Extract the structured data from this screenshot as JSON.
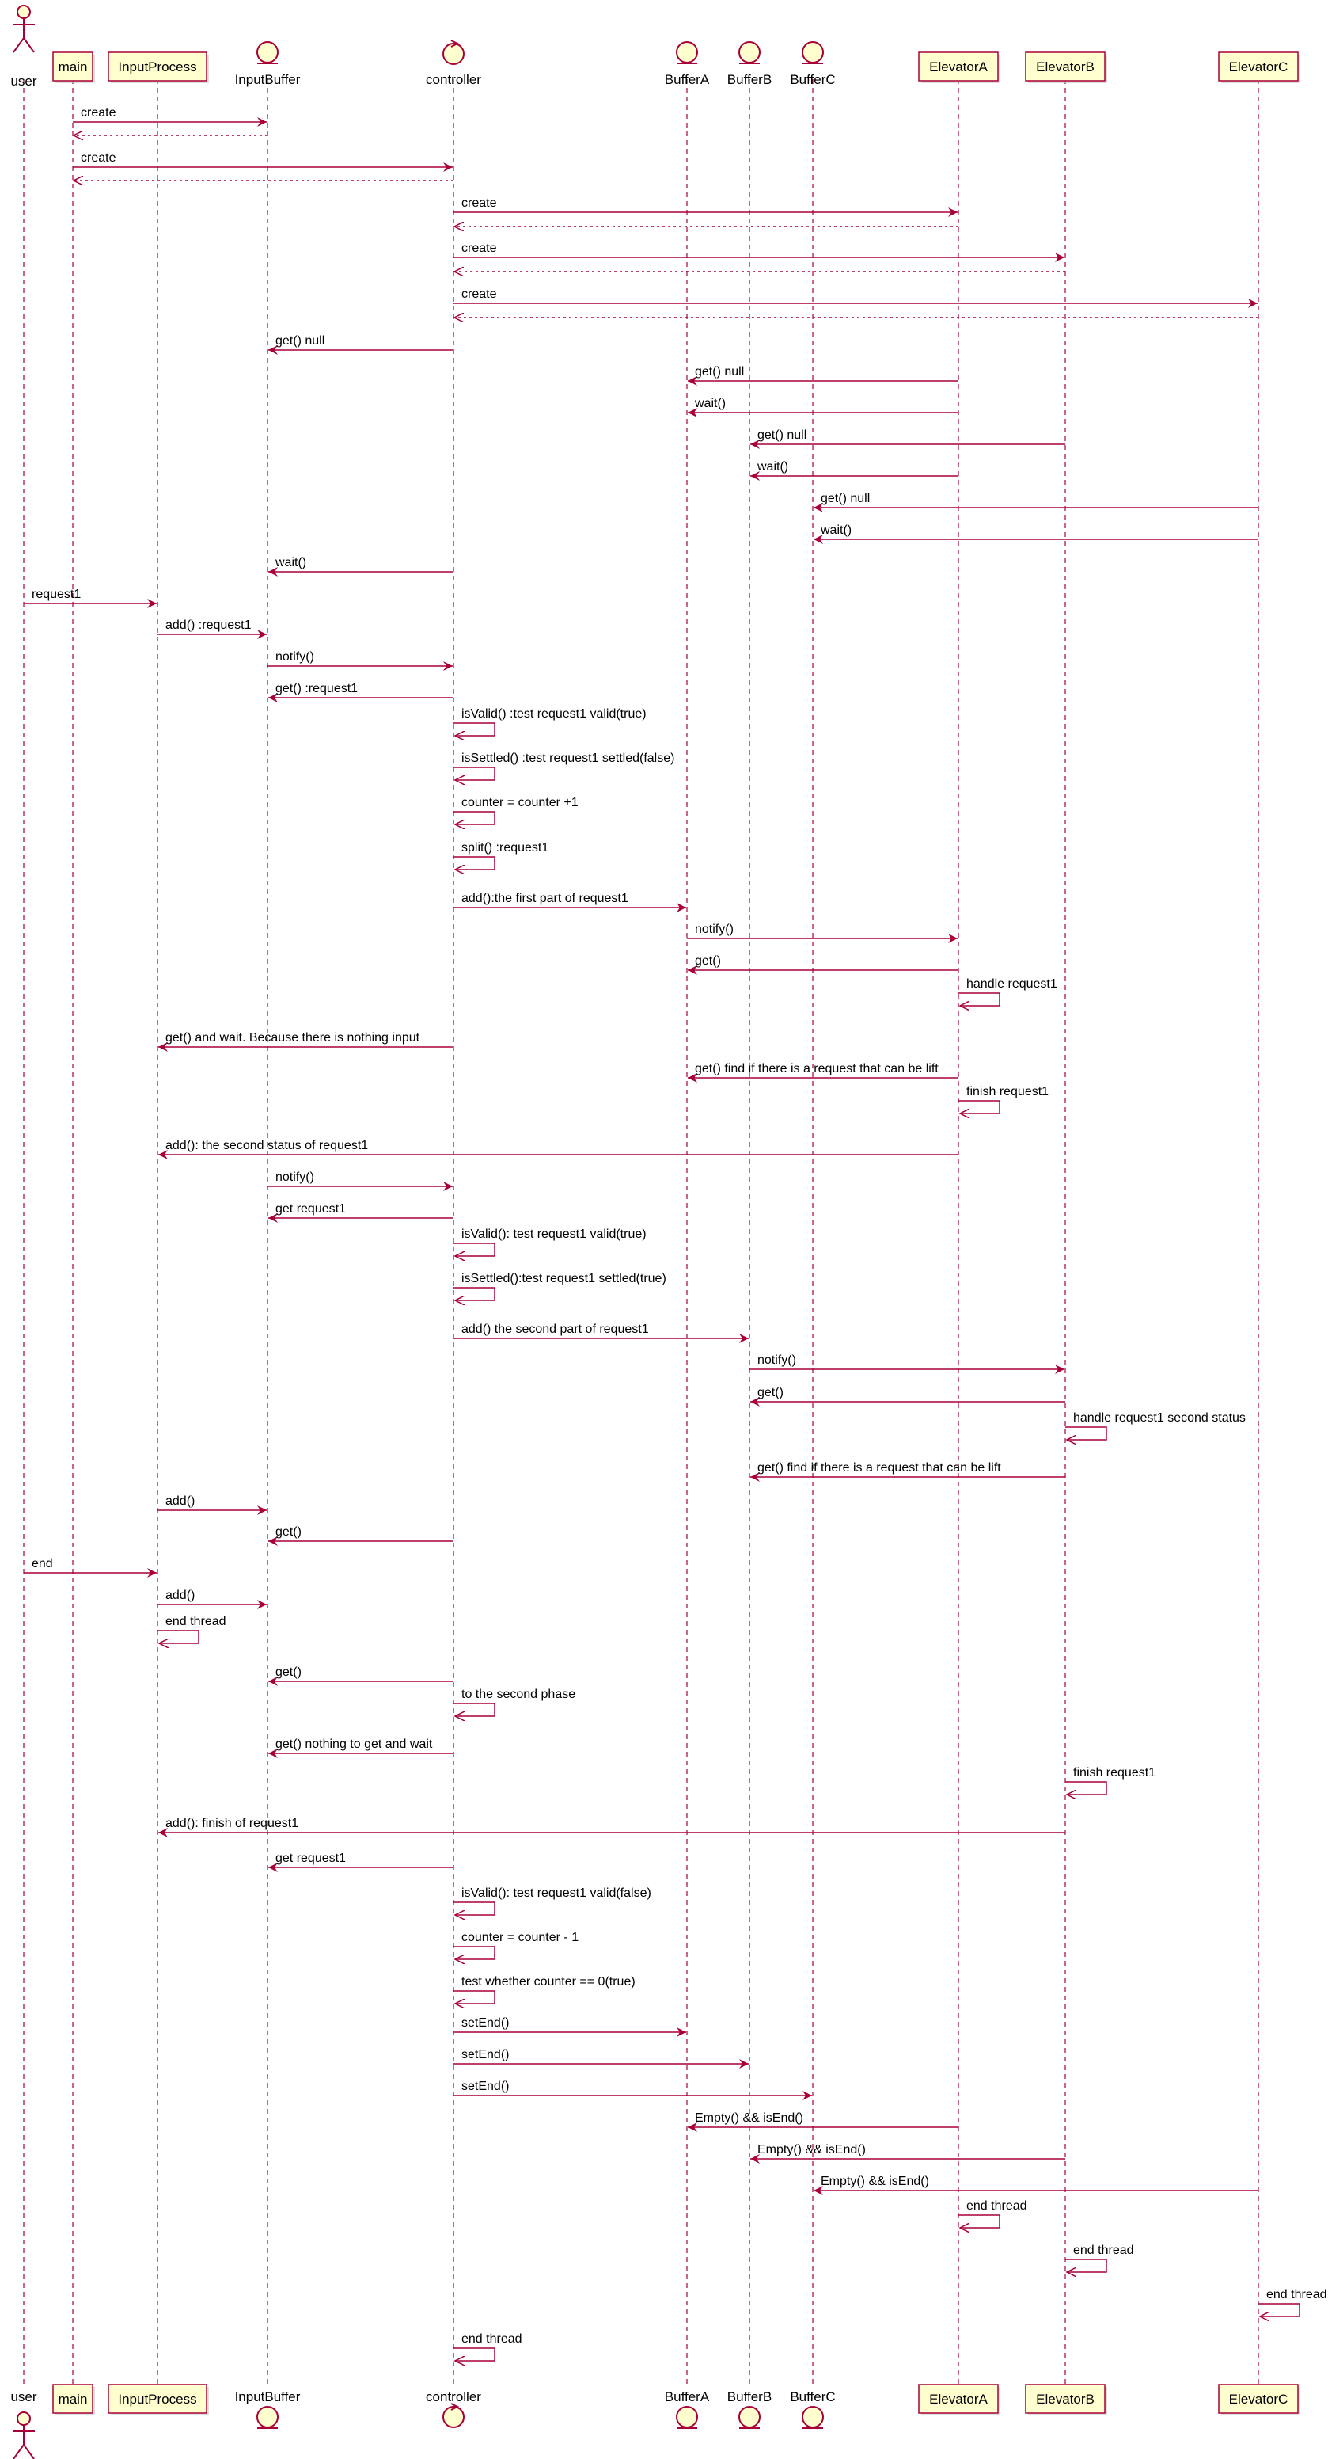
{
  "colors": {
    "accent": "#A80036",
    "participant_fill": "#FEFECE",
    "participant_border": "#A80036",
    "text": "#000000"
  },
  "participants": [
    {
      "id": "user",
      "label": "user",
      "kind": "actor"
    },
    {
      "id": "main",
      "label": "main",
      "kind": "box"
    },
    {
      "id": "inputprocess",
      "label": "InputProcess",
      "kind": "box"
    },
    {
      "id": "inputbuffer",
      "label": "InputBuffer",
      "kind": "entity"
    },
    {
      "id": "controller",
      "label": "controller",
      "kind": "control"
    },
    {
      "id": "buffera",
      "label": "BufferA",
      "kind": "entity"
    },
    {
      "id": "bufferb",
      "label": "BufferB",
      "kind": "entity"
    },
    {
      "id": "bufferc",
      "label": "BufferC",
      "kind": "entity"
    },
    {
      "id": "elevatora",
      "label": "ElevatorA",
      "kind": "box"
    },
    {
      "id": "elevatorb",
      "label": "ElevatorB",
      "kind": "box"
    },
    {
      "id": "elevatorc",
      "label": "ElevatorC",
      "kind": "box"
    }
  ],
  "messages": [
    {
      "from": "main",
      "to": "inputbuffer",
      "label": "create",
      "type": "sync"
    },
    {
      "from": "inputbuffer",
      "to": "main",
      "label": "",
      "type": "return"
    },
    {
      "from": "main",
      "to": "controller",
      "label": "create",
      "type": "sync"
    },
    {
      "from": "controller",
      "to": "main",
      "label": "",
      "type": "return"
    },
    {
      "from": "controller",
      "to": "elevatora",
      "label": "create",
      "type": "sync"
    },
    {
      "from": "elevatora",
      "to": "controller",
      "label": "",
      "type": "return"
    },
    {
      "from": "controller",
      "to": "elevatorb",
      "label": "create",
      "type": "sync"
    },
    {
      "from": "elevatorb",
      "to": "controller",
      "label": "",
      "type": "return"
    },
    {
      "from": "controller",
      "to": "elevatorc",
      "label": "create",
      "type": "sync"
    },
    {
      "from": "elevatorc",
      "to": "controller",
      "label": "",
      "type": "return"
    },
    {
      "from": "controller",
      "to": "inputbuffer",
      "label": "get() null",
      "type": "sync"
    },
    {
      "from": "elevatora",
      "to": "buffera",
      "label": "get() null",
      "type": "sync"
    },
    {
      "from": "elevatora",
      "to": "buffera",
      "label": "wait()",
      "type": "sync"
    },
    {
      "from": "elevatorb",
      "to": "bufferb",
      "label": "get() null",
      "type": "sync"
    },
    {
      "from": "elevatora",
      "to": "bufferb",
      "label": "wait()",
      "type": "sync"
    },
    {
      "from": "elevatorc",
      "to": "bufferc",
      "label": "get() null",
      "type": "sync"
    },
    {
      "from": "elevatorc",
      "to": "bufferc",
      "label": "wait()",
      "type": "sync"
    },
    {
      "from": "controller",
      "to": "inputbuffer",
      "label": "wait()",
      "type": "sync"
    },
    {
      "from": "user",
      "to": "inputprocess",
      "label": "request1",
      "type": "sync"
    },
    {
      "from": "inputprocess",
      "to": "inputbuffer",
      "label": "add() :request1",
      "type": "sync"
    },
    {
      "from": "inputbuffer",
      "to": "controller",
      "label": "notify()",
      "type": "sync"
    },
    {
      "from": "controller",
      "to": "inputbuffer",
      "label": "get() :request1",
      "type": "sync"
    },
    {
      "from": "controller",
      "to": "controller",
      "label": "isValid() :test request1 valid(true)",
      "type": "self"
    },
    {
      "from": "controller",
      "to": "controller",
      "label": "isSettled() :test request1 settled(false)",
      "type": "self"
    },
    {
      "from": "controller",
      "to": "controller",
      "label": "counter = counter +1",
      "type": "self"
    },
    {
      "from": "controller",
      "to": "controller",
      "label": "split() :request1",
      "type": "self"
    },
    {
      "from": "controller",
      "to": "buffera",
      "label": "add():the first part of request1",
      "type": "sync"
    },
    {
      "from": "buffera",
      "to": "elevatora",
      "label": "notify()",
      "type": "sync"
    },
    {
      "from": "elevatora",
      "to": "buffera",
      "label": "get()",
      "type": "sync"
    },
    {
      "from": "elevatora",
      "to": "elevatora",
      "label": "handle request1",
      "type": "self"
    },
    {
      "from": "controller",
      "to": "inputprocess",
      "label": "get() and wait. Because there is nothing input",
      "type": "sync"
    },
    {
      "from": "elevatora",
      "to": "buffera",
      "label": "get() find if there is a request that can be lift",
      "type": "sync"
    },
    {
      "from": "elevatora",
      "to": "elevatora",
      "label": "finish request1",
      "type": "self"
    },
    {
      "from": "elevatora",
      "to": "inputprocess",
      "label": "add(): the second status of request1",
      "type": "sync"
    },
    {
      "from": "inputbuffer",
      "to": "controller",
      "label": "notify()",
      "type": "sync"
    },
    {
      "from": "controller",
      "to": "inputbuffer",
      "label": "get request1",
      "type": "sync"
    },
    {
      "from": "controller",
      "to": "controller",
      "label": "isValid(): test request1 valid(true)",
      "type": "self"
    },
    {
      "from": "controller",
      "to": "controller",
      "label": "isSettled():test request1 settled(true)",
      "type": "self"
    },
    {
      "from": "controller",
      "to": "bufferb",
      "label": "add() the second part of request1",
      "type": "sync"
    },
    {
      "from": "bufferb",
      "to": "elevatorb",
      "label": "notify()",
      "type": "sync"
    },
    {
      "from": "elevatorb",
      "to": "bufferb",
      "label": "get()",
      "type": "sync"
    },
    {
      "from": "elevatorb",
      "to": "elevatorb",
      "label": "handle request1 second status",
      "type": "self"
    },
    {
      "from": "elevatorb",
      "to": "bufferb",
      "label": "get() find if there is a request that can be lift",
      "type": "sync"
    },
    {
      "from": "inputprocess",
      "to": "inputbuffer",
      "label": "add()",
      "type": "sync"
    },
    {
      "from": "controller",
      "to": "inputbuffer",
      "label": "get()",
      "type": "sync"
    },
    {
      "from": "user",
      "to": "inputprocess",
      "label": "end",
      "type": "sync"
    },
    {
      "from": "inputprocess",
      "to": "inputbuffer",
      "label": "add()",
      "type": "sync"
    },
    {
      "from": "inputprocess",
      "to": "inputprocess",
      "label": "end thread",
      "type": "self"
    },
    {
      "from": "controller",
      "to": "inputbuffer",
      "label": "get()",
      "type": "sync"
    },
    {
      "from": "controller",
      "to": "controller",
      "label": "to the second phase",
      "type": "self"
    },
    {
      "from": "controller",
      "to": "inputbuffer",
      "label": "get() nothing to get and wait",
      "type": "sync"
    },
    {
      "from": "elevatorb",
      "to": "elevatorb",
      "label": "finish request1",
      "type": "self"
    },
    {
      "from": "elevatorb",
      "to": "inputprocess",
      "label": "add(): finish of request1",
      "type": "sync"
    },
    {
      "from": "controller",
      "to": "inputbuffer",
      "label": "get request1",
      "type": "sync"
    },
    {
      "from": "controller",
      "to": "controller",
      "label": "isValid(): test request1 valid(false)",
      "type": "self"
    },
    {
      "from": "controller",
      "to": "controller",
      "label": "counter = counter - 1",
      "type": "self"
    },
    {
      "from": "controller",
      "to": "controller",
      "label": "test whether counter == 0(true)",
      "type": "self"
    },
    {
      "from": "controller",
      "to": "buffera",
      "label": "setEnd()",
      "type": "sync"
    },
    {
      "from": "controller",
      "to": "bufferb",
      "label": "setEnd()",
      "type": "sync"
    },
    {
      "from": "controller",
      "to": "bufferc",
      "label": "setEnd()",
      "type": "sync"
    },
    {
      "from": "elevatora",
      "to": "buffera",
      "label": "Empty() && isEnd()",
      "type": "sync"
    },
    {
      "from": "elevatorb",
      "to": "bufferb",
      "label": "Empty() && isEnd()",
      "type": "sync"
    },
    {
      "from": "elevatorc",
      "to": "bufferc",
      "label": "Empty() && isEnd()",
      "type": "sync"
    },
    {
      "from": "elevatora",
      "to": "elevatora",
      "label": "end thread",
      "type": "self"
    },
    {
      "from": "elevatorb",
      "to": "elevatorb",
      "label": "end thread",
      "type": "self"
    },
    {
      "from": "elevatorc",
      "to": "elevatorc",
      "label": "end thread",
      "type": "self"
    },
    {
      "from": "controller",
      "to": "controller",
      "label": "end thread",
      "type": "self"
    }
  ]
}
